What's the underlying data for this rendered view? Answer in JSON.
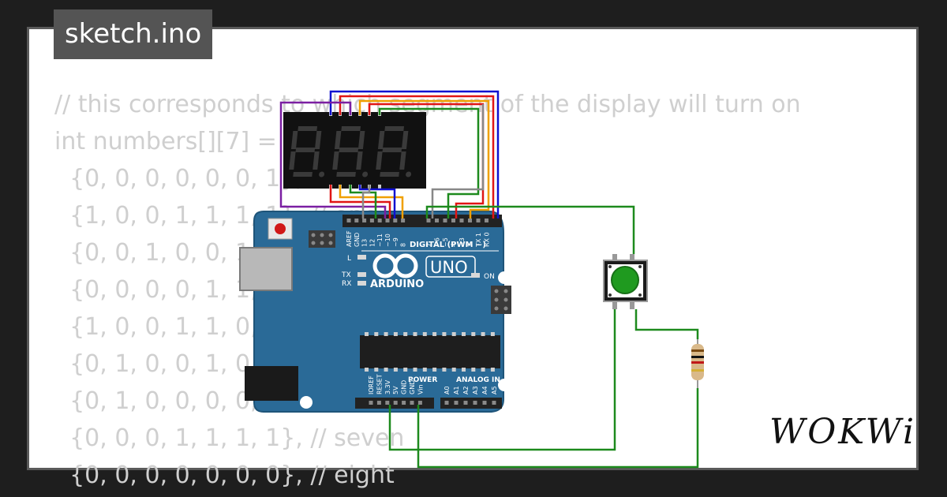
{
  "tab": {
    "title": "sketch.ino"
  },
  "brand": {
    "name": "WOKWi"
  },
  "code": {
    "lines": [
      "// this corresponds to which segment of the display will turn on",
      "int numbers[][7] = {",
      "  {0, 0, 0, 0, 0, 0, 1}, // zero",
      "  {1, 0, 0, 1, 1, 1, 1}, // one",
      "  {0, 0, 1, 0, 0, 1, 0}, // two",
      "  {0, 0, 0, 0, 1, 1, 0}, // three",
      "  {1, 0, 0, 1, 1, 0, 0}, // four",
      "  {0, 1, 0, 0, 1, 0, 0}, // five",
      "  {0, 1, 0, 0, 0, 0, 0}, // six",
      "  {0, 0, 0, 1, 1, 1, 1}, // seven",
      "  {0, 0, 0, 0, 0, 0, 0}, // eight"
    ]
  },
  "arduino": {
    "logo_text": "ARDUINO",
    "model": "UNO",
    "digital_header": "DIGITAL (PWM ~)",
    "power_header": "POWER",
    "analog_header": "ANALOG IN",
    "on_label": "ON",
    "l_label": "L",
    "tx_label": "TX",
    "rx_label": "RX",
    "top_pins": [
      "AREF",
      "GND",
      "13",
      "12",
      "~11",
      "~10",
      "~9",
      "8",
      "7",
      "~6",
      "~5",
      "4",
      "~3",
      "2",
      "TX 1",
      "RX 0"
    ],
    "power_pins": [
      "IOREF",
      "RESET",
      "3.3V",
      "5V",
      "GND",
      "GND",
      "Vin"
    ],
    "analog_pins": [
      "A0",
      "A1",
      "A2",
      "A3",
      "A4",
      "A5"
    ]
  },
  "colors": {
    "board": "#2a6a97",
    "wire_green": "#1d8a1d",
    "wire_blue": "#1010d0",
    "wire_purple": "#7b1fa2",
    "wire_orange": "#f0a000",
    "wire_red": "#e01515",
    "wire_gray": "#888888",
    "button_cap": "#1f9a1f"
  }
}
